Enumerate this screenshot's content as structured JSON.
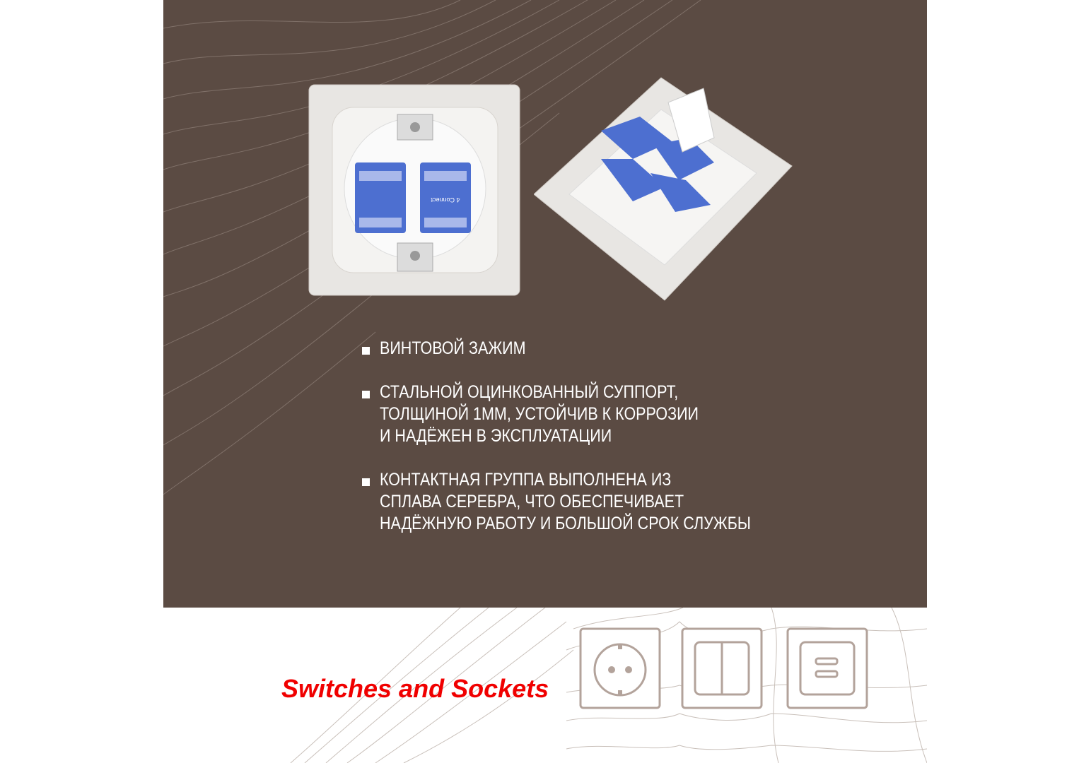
{
  "features": [
    {
      "lines": [
        "ВИНТОВОЙ ЗАЖИМ"
      ]
    },
    {
      "lines": [
        "СТАЛЬНОЙ ОЦИНКОВАННЫЙ СУППОРТ,",
        "ТОЛЩИНОЙ 1ММ, УСТОЙЧИВ К КОРРОЗИИ",
        "И НАДЁЖЕН В ЭКСПЛУАТАЦИИ"
      ]
    },
    {
      "lines": [
        "КОНТАКТНАЯ ГРУППА ВЫПОЛНЕНА ИЗ",
        "СПЛАВА СЕРЕБРА, ЧТО ОБЕСПЕЧИВАЕТ",
        "НАДЁЖНУЮ РАБОТУ И БОЛЬШОЙ СРОК СЛУЖБЫ"
      ]
    }
  ],
  "brand": "Switches and Sockets",
  "product_labels": {
    "connect": "4 Connect"
  },
  "colors": {
    "panel": "#5b4b43",
    "brand": "#f00000",
    "icon_stroke": "#b3a39b",
    "module_blue": "#4d6fd0"
  },
  "icons": [
    "socket-icon",
    "double-switch-icon",
    "usb-outlet-icon"
  ]
}
